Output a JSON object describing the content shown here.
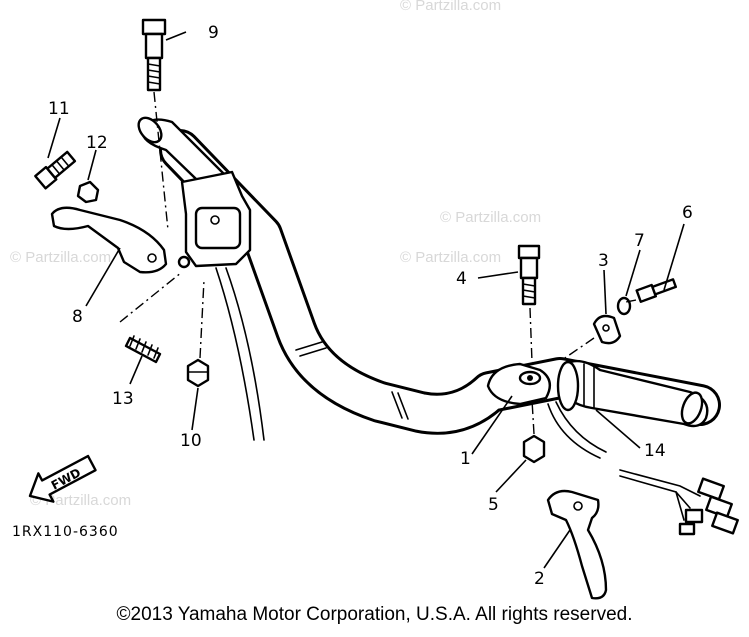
{
  "callouts": {
    "c1": "1",
    "c2": "2",
    "c3": "3",
    "c4": "4",
    "c5": "5",
    "c6": "6",
    "c7": "7",
    "c8": "8",
    "c9": "9",
    "c10": "10",
    "c11": "11",
    "c12": "12",
    "c13": "13",
    "c14": "14"
  },
  "diagram_code": "1RX110-6360",
  "fwd_label": "FWD",
  "watermark": "© Partzilla.com",
  "copyright": "©2013  Yamaha Motor Corporation, U.S.A. All rights reserved."
}
